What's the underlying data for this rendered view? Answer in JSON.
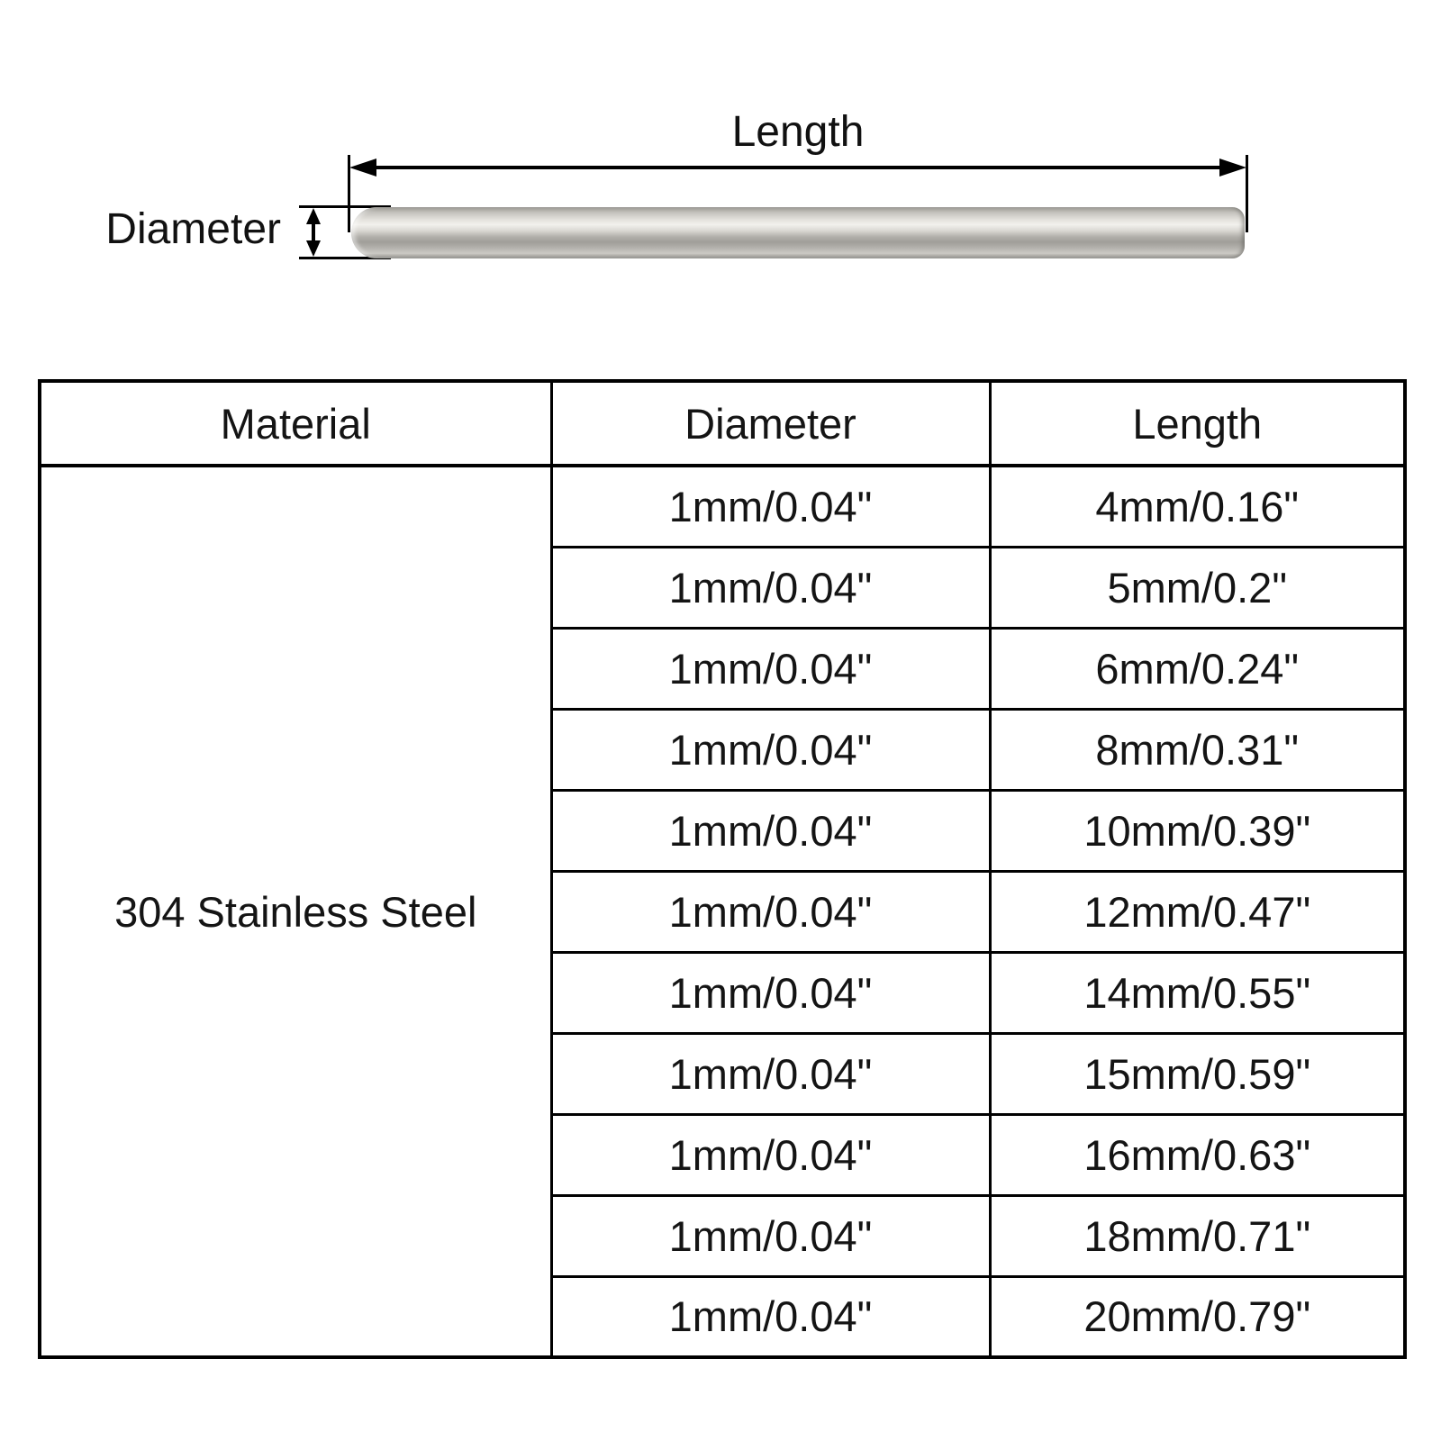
{
  "diagram": {
    "length_label": "Length",
    "diameter_label": "Diameter"
  },
  "table": {
    "headers": [
      "Material",
      "Diameter",
      "Length"
    ],
    "material": "304 Stainless Steel",
    "rows": [
      {
        "diameter": "1mm/0.04\"",
        "length": "4mm/0.16\"",
        "highlight": false
      },
      {
        "diameter": "1mm/0.04\"",
        "length": "5mm/0.2\"",
        "highlight": false
      },
      {
        "diameter": "1mm/0.04\"",
        "length": "6mm/0.24\"",
        "highlight": false
      },
      {
        "diameter": "1mm/0.04\"",
        "length": "8mm/0.31\"",
        "highlight": false
      },
      {
        "diameter": "1mm/0.04\"",
        "length": "10mm/0.39\"",
        "highlight": false
      },
      {
        "diameter": "1mm/0.04\"",
        "length": "12mm/0.47\"",
        "highlight": false
      },
      {
        "diameter": "1mm/0.04\"",
        "length": "14mm/0.55\"",
        "highlight": false
      },
      {
        "diameter": "1mm/0.04\"",
        "length": "15mm/0.59\"",
        "highlight": true
      },
      {
        "diameter": "1mm/0.04\"",
        "length": "16mm/0.63\"",
        "highlight": false
      },
      {
        "diameter": "1mm/0.04\"",
        "length": "18mm/0.71\"",
        "highlight": false
      },
      {
        "diameter": "1mm/0.04\"",
        "length": "20mm/0.79\"",
        "highlight": false
      }
    ],
    "highlight_color": "#ea4f1e",
    "border_color": "#000000"
  }
}
